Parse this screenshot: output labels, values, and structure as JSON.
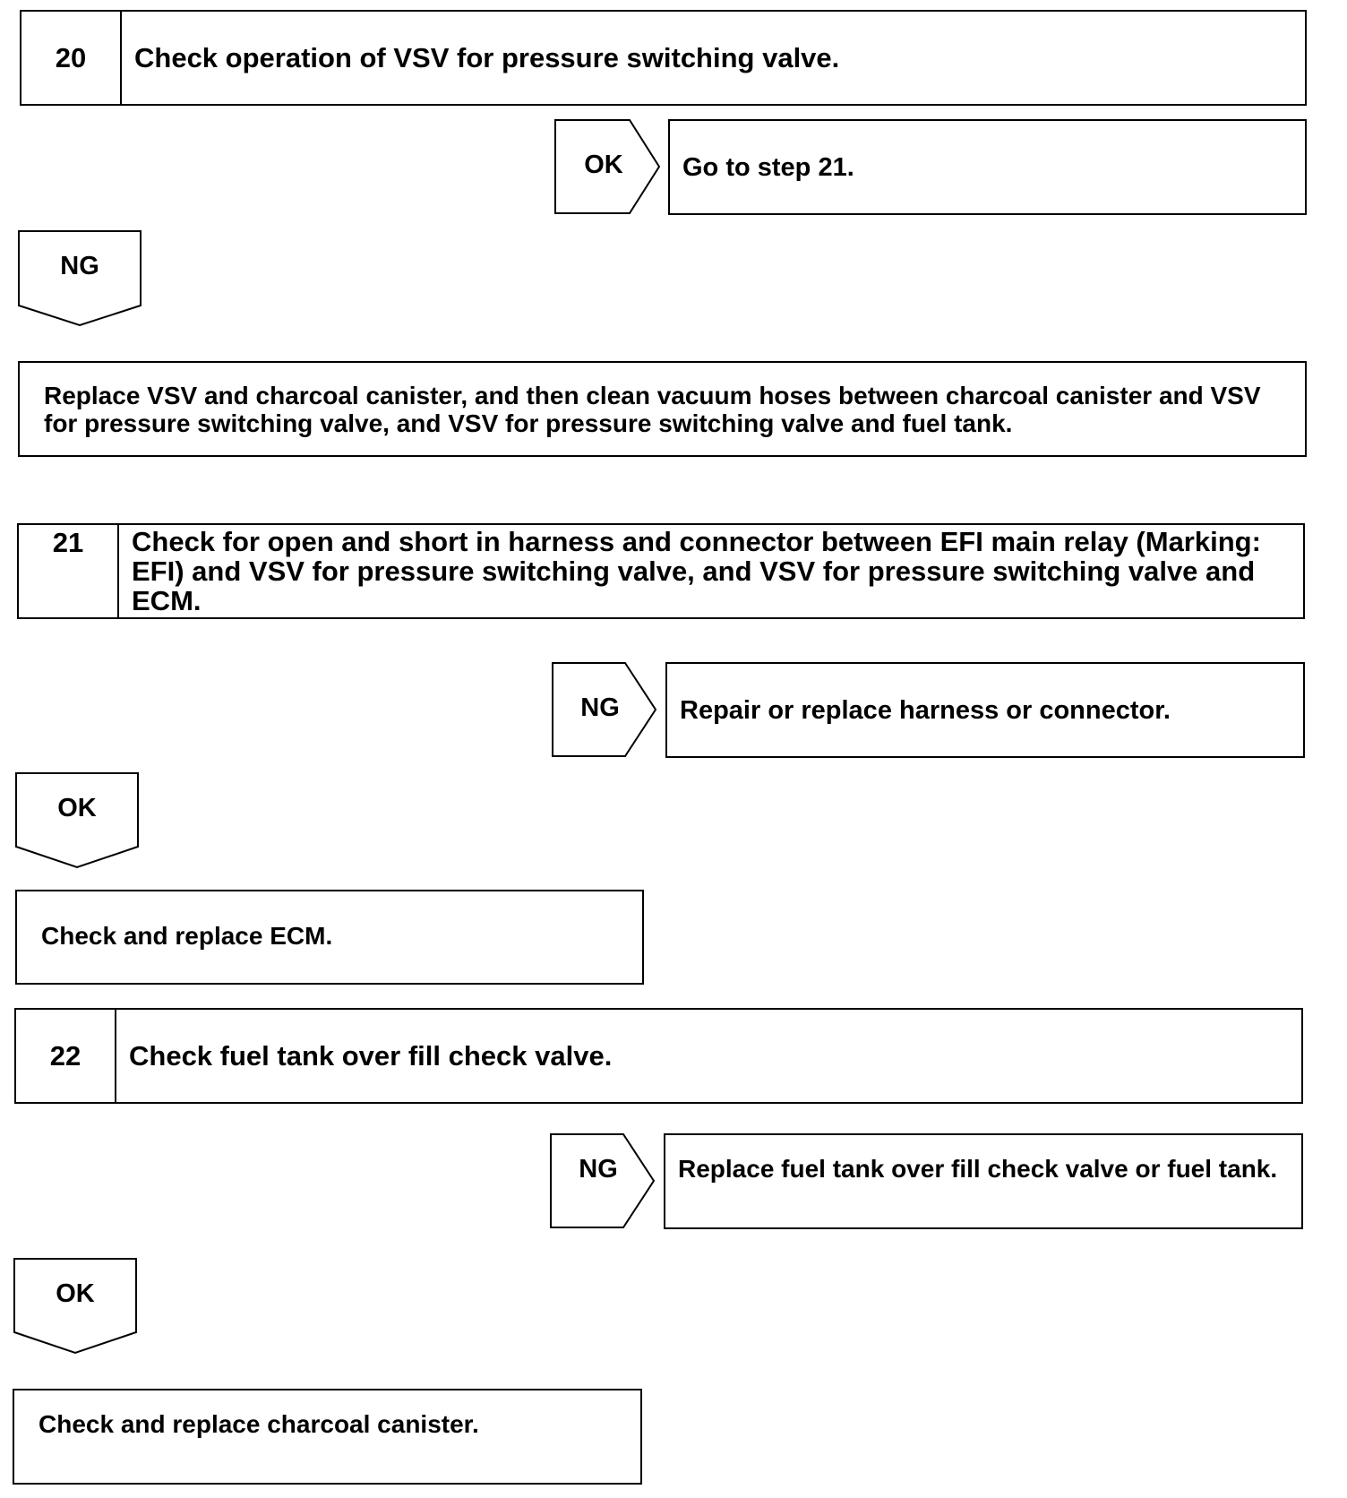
{
  "steps": [
    {
      "number": "20",
      "title": "Check operation of VSV for pressure switching valve.",
      "side_result": {
        "label": "OK",
        "action": "Go to step 21."
      },
      "down_result": {
        "label": "NG",
        "action": "Replace VSV and charcoal canister, and then clean vacuum hoses between charcoal canister and VSV for pressure switching valve, and VSV for pressure switching valve and fuel tank."
      }
    },
    {
      "number": "21",
      "title": "Check for open and short in harness and connector between EFI main relay (Marking: EFI) and VSV for pressure switching valve, and VSV for pressure switching valve and ECM.",
      "side_result": {
        "label": "NG",
        "action": "Repair or replace harness or connector."
      },
      "down_result": {
        "label": "OK",
        "action": "Check and replace ECM."
      }
    },
    {
      "number": "22",
      "title": "Check fuel tank over fill check valve.",
      "side_result": {
        "label": "NG",
        "action": "Replace fuel tank over fill check valve or fuel tank."
      },
      "down_result": {
        "label": "OK",
        "action": "Check and replace charcoal canister."
      }
    }
  ]
}
